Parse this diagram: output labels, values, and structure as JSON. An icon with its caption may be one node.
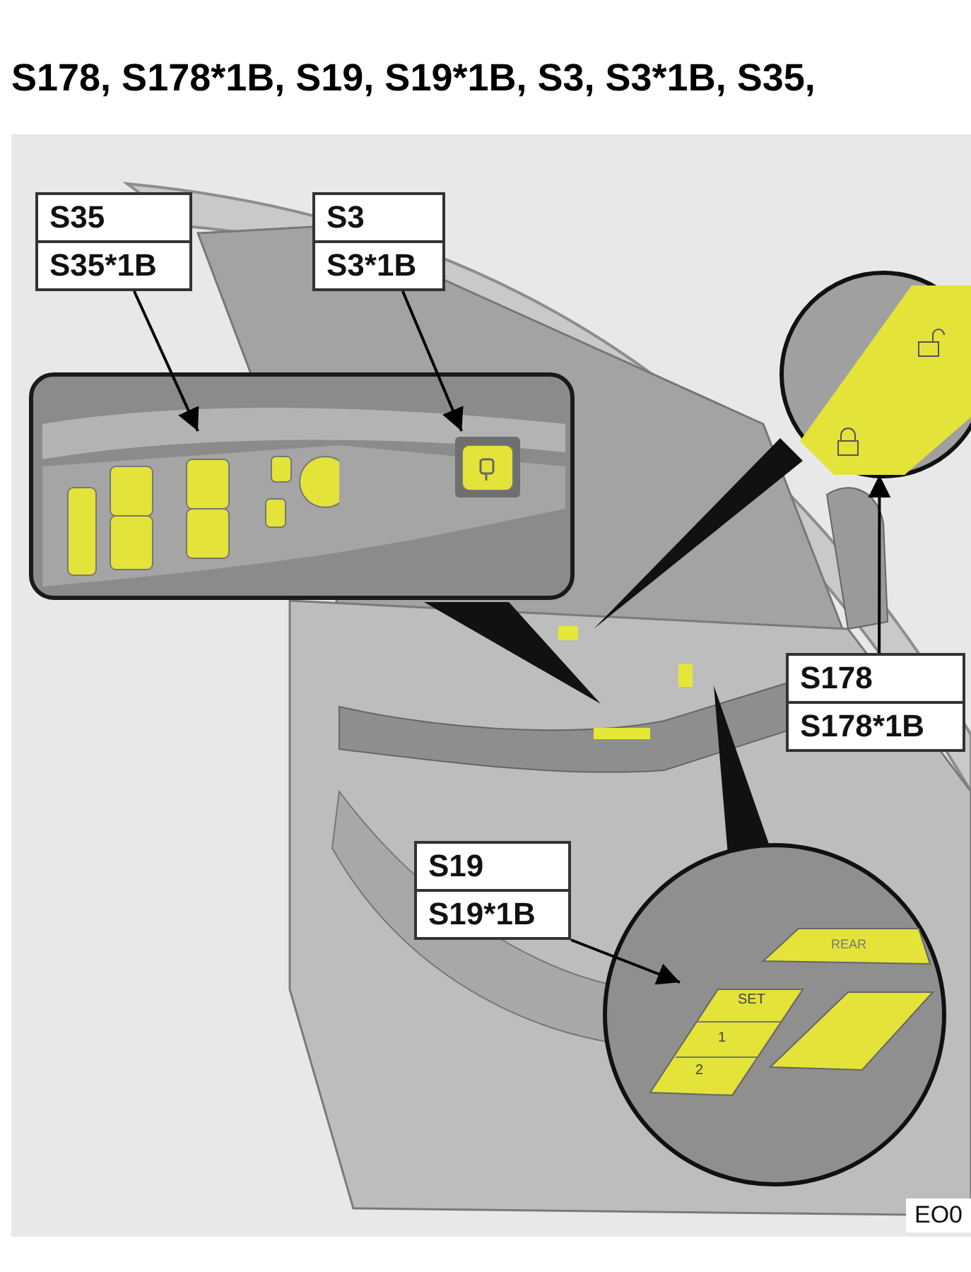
{
  "diagram": {
    "title": "S178, S178*1B, S19, S19*1B, S3, S3*1B, S35,",
    "nodes": [
      {
        "text": [
          "S35",
          "S35*1B"
        ]
      },
      {
        "text": [
          "S3",
          "S3*1B"
        ]
      },
      {
        "text": [
          "S178",
          "S178*1B"
        ]
      },
      {
        "text": [
          "S19",
          "S19*1B"
        ]
      },
      {
        "text": [],
        "shape": "picture"
      },
      {
        "text": [],
        "shape": "picture"
      },
      {
        "text": [],
        "shape": "picture"
      },
      {
        "text": [],
        "shape": "picture"
      }
    ],
    "edges": [
      {
        "from": 0,
        "to": 4,
        "arrow": "to"
      },
      {
        "from": 1,
        "to": 5,
        "arrow": "to"
      },
      {
        "from": 2,
        "to": 6,
        "arrow": "to"
      },
      {
        "from": 3,
        "to": 7,
        "arrow": "to"
      }
    ],
    "labels": [
      "REAR",
      "SET",
      "1",
      "2",
      "EO0"
    ]
  }
}
